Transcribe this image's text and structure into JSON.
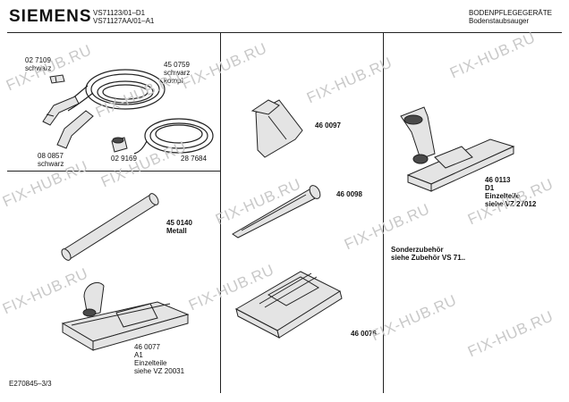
{
  "header": {
    "brand": "SIEMENS",
    "model_line_1": "VS71123/01–D1",
    "model_line_2": "VS71127AA/01–A1",
    "category": "BODENPFLEGEGERÄTE",
    "subcategory": "Bodenstaubsauger"
  },
  "parts": {
    "p027109": {
      "number": "02 7109",
      "note": "schwarz"
    },
    "p450759": {
      "number": "45 0759",
      "note1": "schwarz",
      "note2": "kompl."
    },
    "p080857": {
      "number": "08 0857",
      "note": "schwarz"
    },
    "p029169": {
      "number": "02 9169"
    },
    "p287684": {
      "number": "28 7684"
    },
    "p460097": {
      "number": "46 0097"
    },
    "p460098": {
      "number": "46  0098"
    },
    "p450140": {
      "number": "45 0140",
      "note": "Metall"
    },
    "p460076": {
      "number": "46 0076"
    },
    "p460077": {
      "number": "46 0077",
      "variant": "A1",
      "note1": "Einzelteile",
      "note2": "siehe VZ 20031"
    },
    "p460113": {
      "number": "46 0113",
      "variant": "D1",
      "note1": "Einzelteile",
      "note2": "siehe VZ 27012"
    }
  },
  "accessory_note": {
    "line1": "Sonderzubehör",
    "line2": "siehe Zubehör VS 71.."
  },
  "footer": {
    "doc_id": "E270845–3/3"
  },
  "watermark": {
    "text": "FIX-HUB.RU",
    "color": "#c9c9c9"
  }
}
